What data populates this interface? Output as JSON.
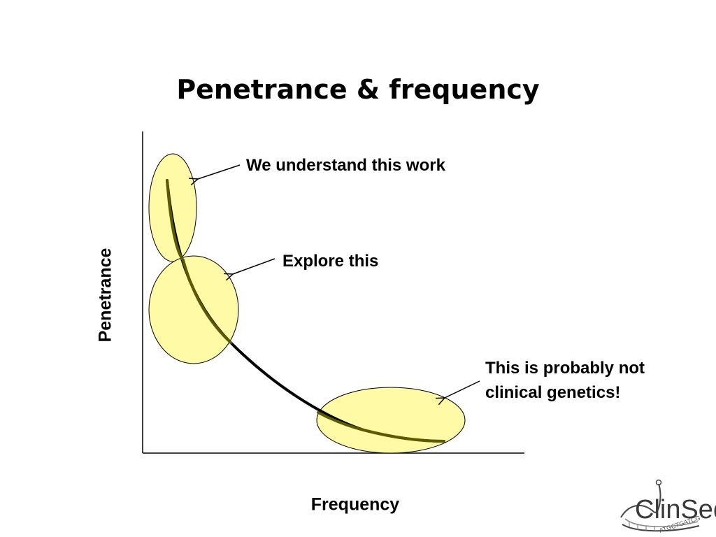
{
  "title": "Penetrance & frequency",
  "axes": {
    "y_label": "Penetrance",
    "x_label": "Frequency"
  },
  "annotations": {
    "top": "We understand this work",
    "middle": "Explore this",
    "bottom_line1": "This is probably not",
    "bottom_line2": "clinical genetics!"
  },
  "logo": {
    "name": "ClinSeq",
    "sequence": "ATGCTGATCG"
  },
  "colors": {
    "ellipse_fill": "#fffaa6",
    "curve": "#5c5a00",
    "curve_dark": "#000000",
    "axis": "#000000"
  }
}
